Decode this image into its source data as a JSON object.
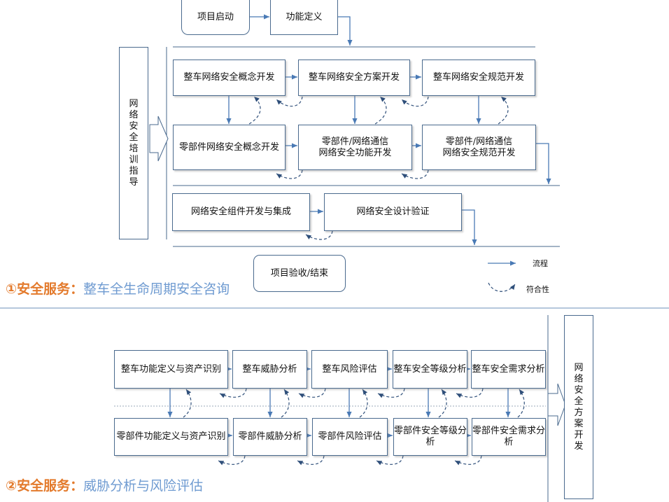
{
  "section1": {
    "service_number": "①",
    "service_label": "安全服务：",
    "service_desc": "整车全生命周期安全咨询",
    "start": "项目启动",
    "func_def": "功能定义",
    "end": "项目验收/结束",
    "training": "网络安全培训指导",
    "row1": [
      "整车网络安全概念开发",
      "整车网络安全方案开发",
      "整车网络安全规范开发"
    ],
    "row2": [
      "零部件网络安全概念开发",
      "零部件/网络通信\n网络安全功能开发",
      "零部件/网络通信\n网络安全规范开发"
    ],
    "row3": [
      "网络安全组件开发与集成",
      "网络安全设计验证"
    ],
    "legend": {
      "flow": "流程",
      "conformance": "符合性"
    }
  },
  "section2": {
    "service_number": "②",
    "service_label": "安全服务：",
    "service_desc": "威胁分析与风险评估",
    "output": "网络安全方案开发",
    "row1": [
      "整车功能定义与资产识别",
      "整车威胁分析",
      "整车风险评估",
      "整车安全等级分析",
      "整车安全需求分析"
    ],
    "row2": [
      "零部件功能定义与资产识别",
      "零部件威胁分析",
      "零部件风险评估",
      "零部件安全等级分析",
      "零部件安全需求分析"
    ]
  },
  "colors": {
    "box_border": "#4a6a8e",
    "arrow": "#4a7ab5",
    "service_number": "#e37a2c",
    "service_desc": "#6f9bd1",
    "divider": "#6b8fb8"
  }
}
